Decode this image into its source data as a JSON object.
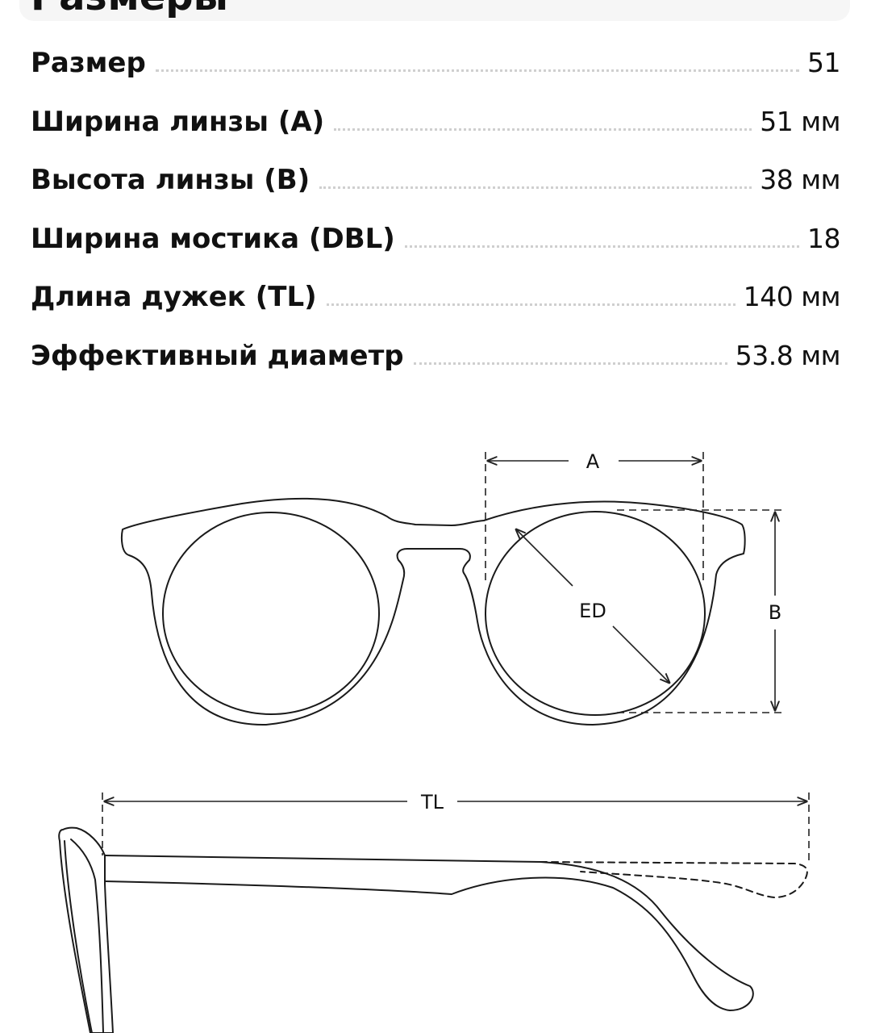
{
  "section_title": "Размеры",
  "specs": [
    {
      "label": "Размер",
      "value": "51"
    },
    {
      "label": "Ширина линзы (A)",
      "value": "51 мм"
    },
    {
      "label": "Высота линзы (B)",
      "value": "38 мм"
    },
    {
      "label": "Ширина мостика (DBL)",
      "value": "18"
    },
    {
      "label": "Длина дужек (TL)",
      "value": "140 мм"
    },
    {
      "label": "Эффективный диаметр",
      "value": "53.8 мм"
    }
  ],
  "diagram": {
    "label_a": "A",
    "label_b": "B",
    "label_ed": "ED",
    "label_tl": "TL"
  }
}
